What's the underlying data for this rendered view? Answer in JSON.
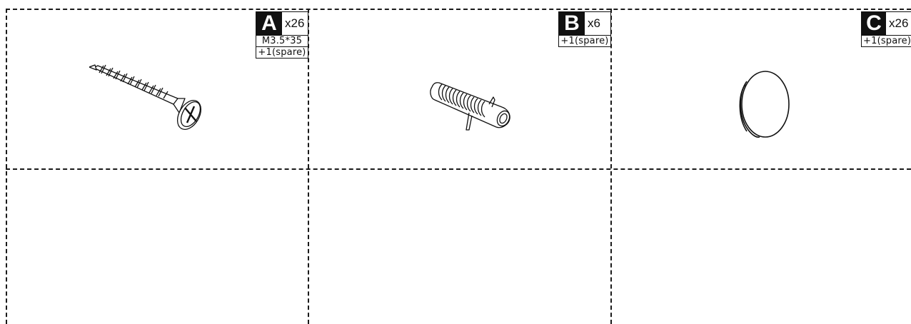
{
  "parts": [
    {
      "letter": "A",
      "quantity": "x26",
      "spec": "M3.5*35",
      "spare": "+1(spare)",
      "icon": "screw-icon"
    },
    {
      "letter": "B",
      "quantity": "x6",
      "spare": "+1(spare)",
      "icon": "wall-plug-icon"
    },
    {
      "letter": "C",
      "quantity": "x26",
      "spare": "+1(spare)",
      "icon": "cover-cap-icon"
    }
  ]
}
